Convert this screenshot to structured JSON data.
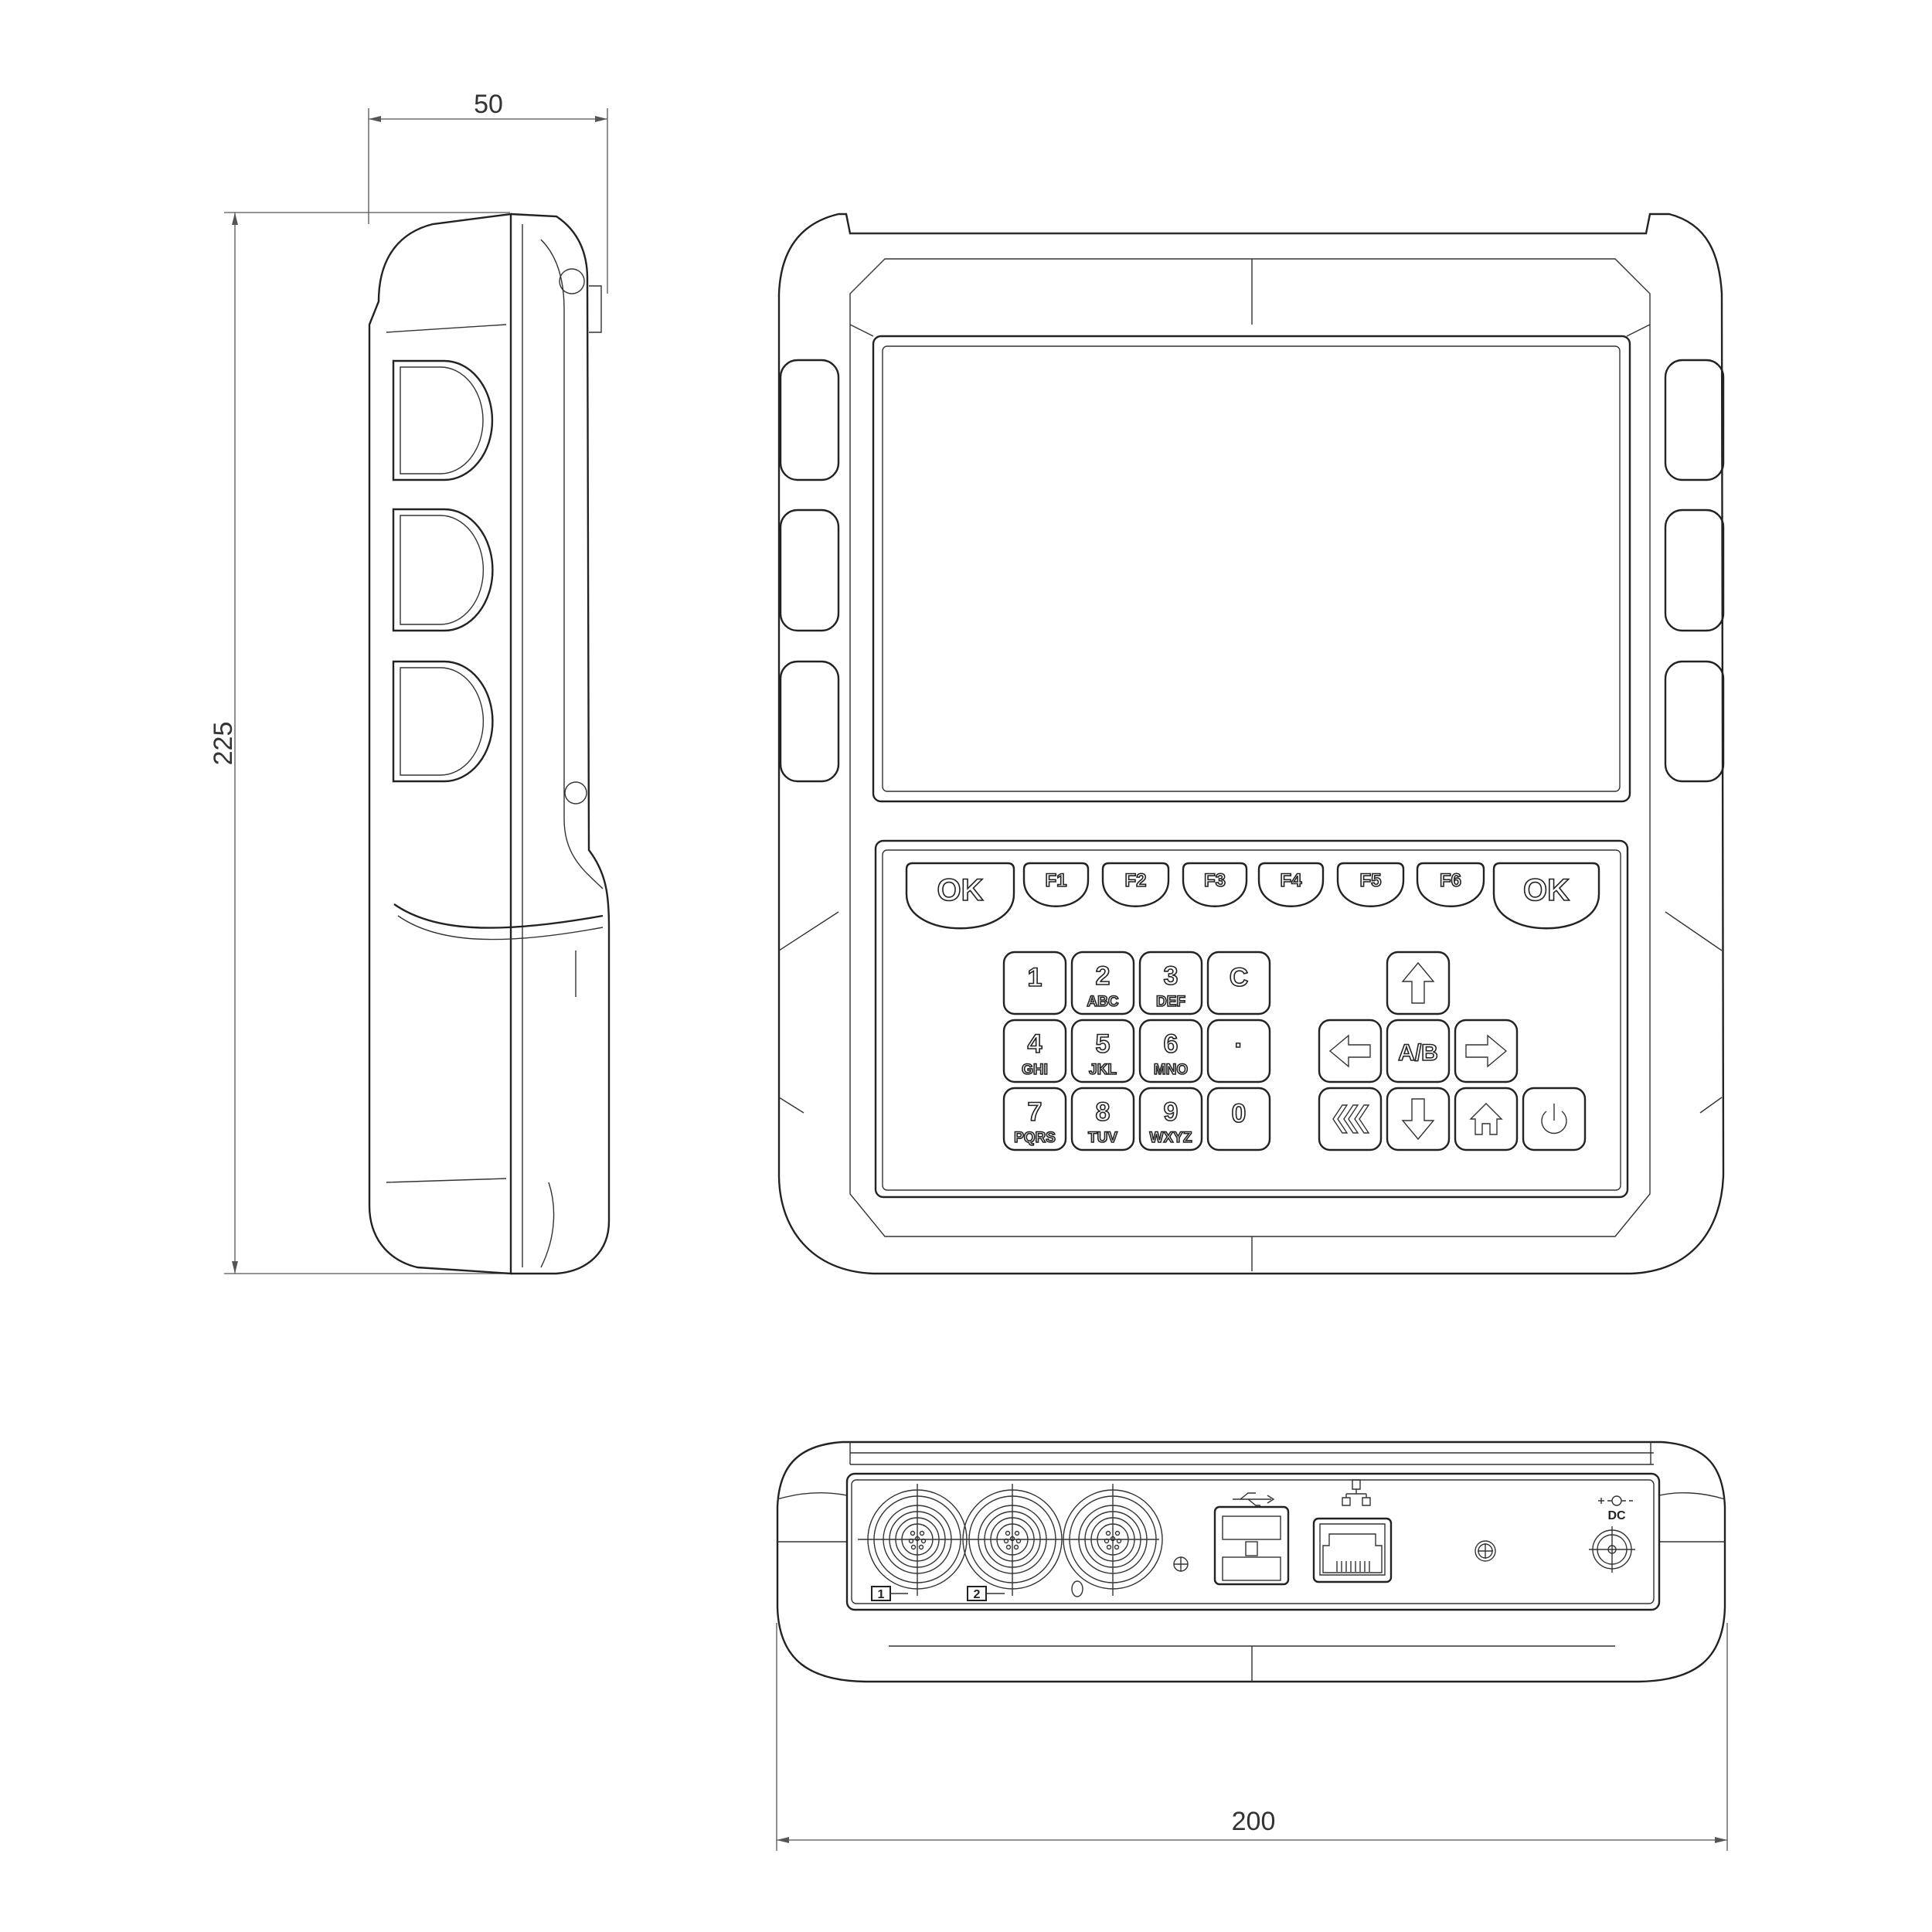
{
  "dimensions": {
    "depth": "50",
    "height": "225",
    "width": "200"
  },
  "function_keys": [
    "OK",
    "F1",
    "F2",
    "F3",
    "F4",
    "F5",
    "F6",
    "OK"
  ],
  "numeric_keys": [
    {
      "main": "1",
      "sub": ""
    },
    {
      "main": "2",
      "sub": "ABC"
    },
    {
      "main": "3",
      "sub": "DEF"
    },
    {
      "main": "C",
      "sub": ""
    },
    {
      "main": "4",
      "sub": "GHI"
    },
    {
      "main": "5",
      "sub": "JKL"
    },
    {
      "main": "6",
      "sub": "MNO"
    },
    {
      "main": "·",
      "sub": ""
    },
    {
      "main": "7",
      "sub": "PQRS"
    },
    {
      "main": "8",
      "sub": "TUV"
    },
    {
      "main": "9",
      "sub": "WXYZ"
    },
    {
      "main": "0",
      "sub": ""
    }
  ],
  "nav_keys": {
    "toggle": "A/B",
    "icons": [
      "arrow-up",
      "arrow-left",
      "arrow-right",
      "back",
      "arrow-down",
      "home",
      "power"
    ]
  },
  "ports": {
    "connector_1": "1",
    "connector_2": "2",
    "dc_label": "DC"
  }
}
